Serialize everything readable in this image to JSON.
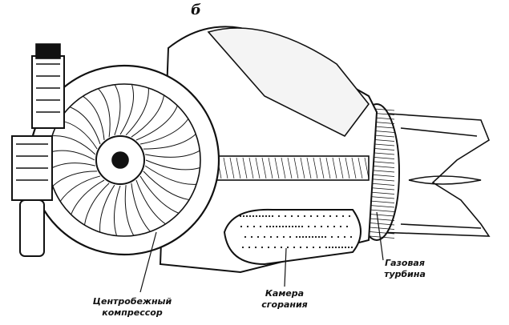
{
  "figure_letter": "б",
  "labels": {
    "compressor": [
      "Центробежный",
      "компрессор"
    ],
    "combustion_chamber": [
      "Камера",
      "сгорания"
    ],
    "turbine": [
      "Газовая",
      "турбина"
    ]
  },
  "colors": {
    "ink": "#111111",
    "paper": "#ffffff"
  }
}
